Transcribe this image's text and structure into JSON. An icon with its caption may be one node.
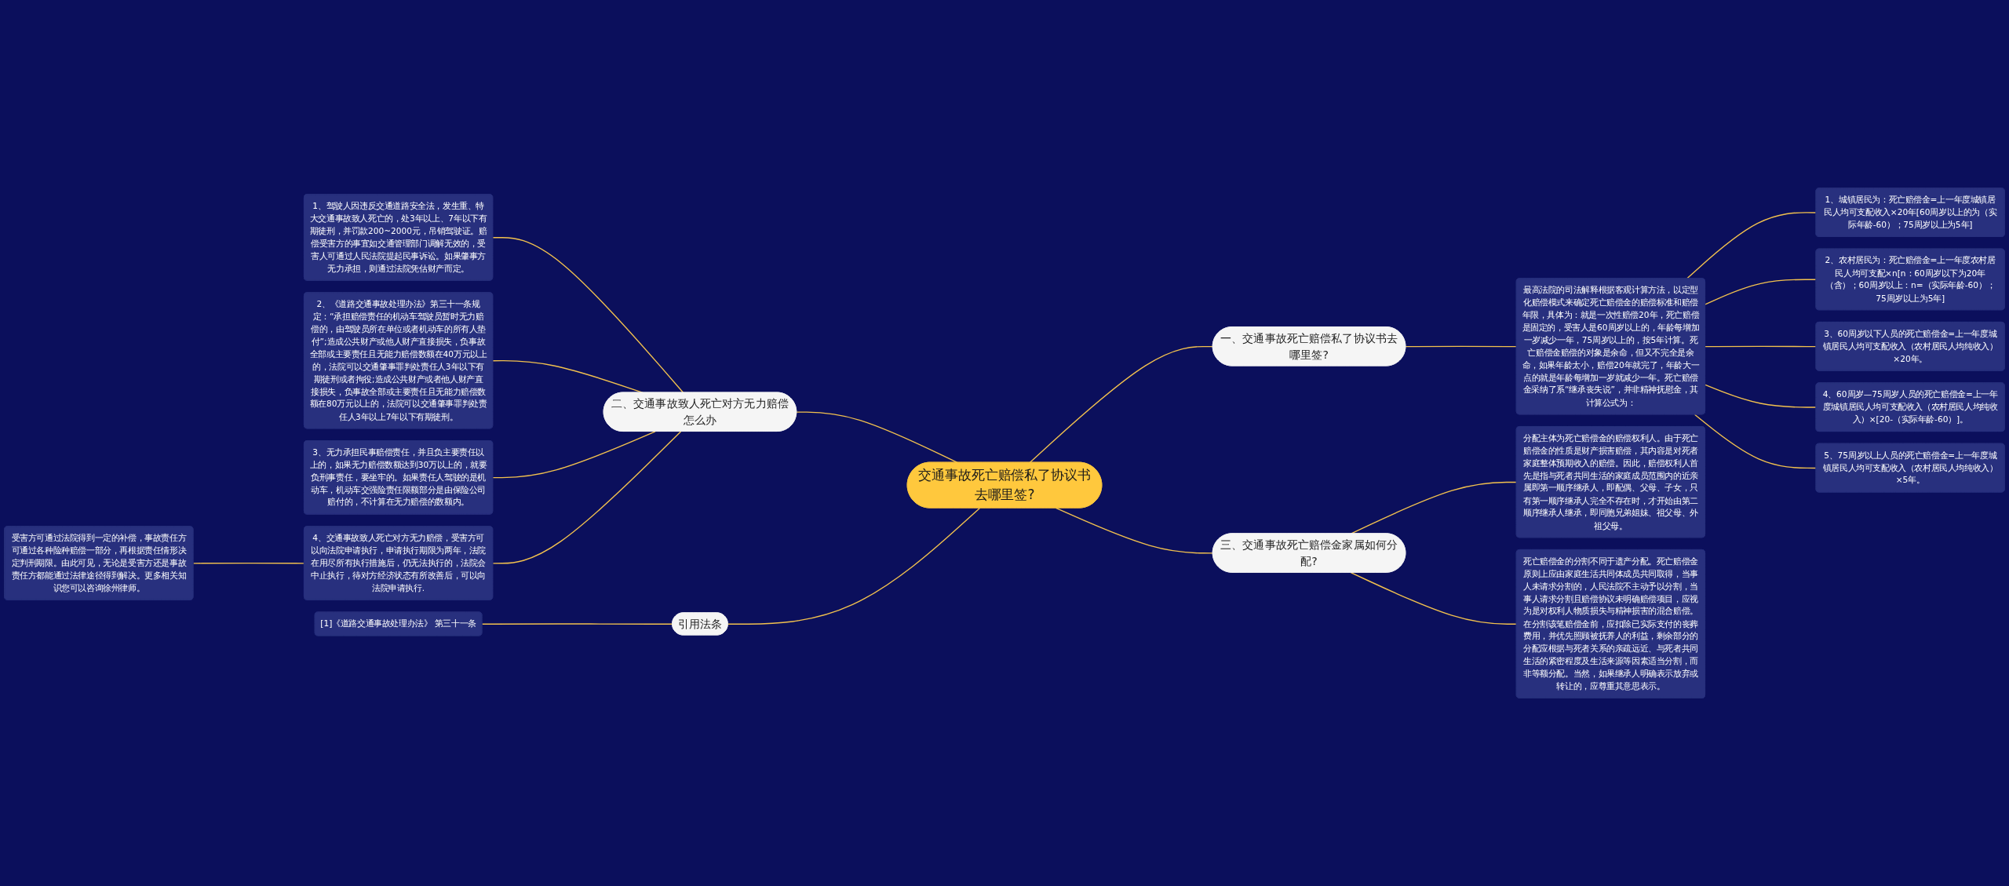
{
  "diagram": {
    "nodes": [
      {
        "text": [
          "交通事故死亡赔偿私了协议书去哪里签?"
        ]
      },
      {
        "text": [
          "一、交通事故死亡赔偿私了协议书去哪里签?"
        ]
      },
      {
        "text": [
          "最高法院的司法解释根据客观计算方法，以定型化赔偿模式来确定死亡赔偿金的赔偿标准和赔偿年限，具体为：就是一次性赔偿20年，死亡赔偿是固定的，受害人是60周岁以上的，年龄每增加一岁减少一年，75周岁以上的，按5年计算。死亡赔偿金赔偿的对象是余命，但又不完全是余命，如果年龄太小，赔偿20年就完了，年龄大一点的就是年龄每增加一岁就减少一年。死亡赔偿金采纳了系“继承丧失说”，并非精神抚慰金，其计算公式为："
        ]
      },
      {
        "text": [
          "1、城镇居民为：死亡赔偿金=上一年度城镇居民人均可支配收入×20年[60周岁以上的为（实际年龄-60）；75周岁以上为5年]"
        ]
      },
      {
        "text": [
          "2、农村居民为：死亡赔偿金=上一年度农村居民人均可支配×n[n：60周岁以下为20年（含）；60周岁以上：n=（实际年龄-60）；75周岁以上为5年]"
        ]
      },
      {
        "text": [
          "3、60周岁以下人员的死亡赔偿金=上一年度城镇居民人均可支配收入（农村居民人均纯收入）×20年。"
        ]
      },
      {
        "text": [
          "4、60周岁—75周岁人员的死亡赔偿金=上一年度城镇居民人均可支配收入（农村居民人均纯收入）×[20-（实际年龄-60）]。"
        ]
      },
      {
        "text": [
          "5、75周岁以上人员的死亡赔偿金=上一年度城镇居民人均可支配收入（农村居民人均纯收入）×5年。"
        ]
      },
      {
        "text": [
          "二、交通事故致人死亡对方无力赔偿怎么办"
        ]
      },
      {
        "text": [
          "1、驾驶人因违反交通道路安全法，发生重、特大交通事故致人死亡的，处3年以上、7年以下有期徒刑，并罚款200~2000元，吊销驾驶证。赔偿受害方的事宜如交通管理部门调解无效的，受害人可通过人民法院提起民事诉讼。如果肇事方无力承担，则通过法院凭估财产而定。"
        ]
      },
      {
        "text": [
          "2、《道路交通事故处理办法》第三十一条规定：“承担赔偿责任的机动车驾驶员暂时无力赔偿的，由驾驶员所在单位或者机动车的所有人垫付”;造成公共财产或他人财产直接损失，负事故全部或主要责任且无能力赔偿数额在40万元以上的，法院可以交通肇事罪判处责任人3年以下有期徒刑或者拘役;造成公共财产或者他人财产直接损失，负事故全部或主要责任且无能力赔偿数额在80万元以上的，法院可以交通肇事罪判处责任人3年以上7年以下有期徒刑。"
        ]
      },
      {
        "text": [
          "3、无力承担民事赔偿责任，并且负主要责任以上的，如果无力赔偿数额达到30万以上的，就要负刑事责任，要坐牢的。如果责任人驾驶的是机动车，机动车交强险责任限额部分是由保险公司赔付的，不计算在无力赔偿的数额内。"
        ]
      },
      {
        "text": [
          "4、交通事故致人死亡对方无力赔偿，受害方可以向法院申请执行，申请执行期限为两年，法院在用尽所有执行措施后，仍无法执行的，法院会中止执行，待对方经济状态有所改善后，可以向法院申请执行."
        ]
      },
      {
        "text": [
          "受害方可通过法院得到一定的补偿，事故责任方可通过各种险种赔偿一部分，再根据责任情形决定判刑期限。由此可见，无论是受害方还是事故责任方都能通过法律途径得到解决。更多相关知识您可以咨询徐州律师。"
        ]
      },
      {
        "text": [
          "三、交通事故死亡赔偿金家属如何分配?"
        ]
      },
      {
        "text": [
          "分配主体为死亡赔偿金的赔偿权利人。由于死亡赔偿金的性质是财产损害赔偿，其内容是对死者家庭整体预期收入的赔偿。因此，赔偿权利人首先是指与死者共同生活的家庭成员范围内的近亲属即第一顺序继承人，即配偶、父母、子女，只有第一顺序继承人完全不存在时，才开始由第二顺序继承人继承，即同胞兄弟姐妹、祖父母、外祖父母。"
        ]
      },
      {
        "text": [
          "死亡赔偿金的分割不同于遗产分配。死亡赔偿金原则上应由家庭生活共同体成员共同取得，当事人未请求分割的，人民法院不主动予以分割，当事人请求分割且赔偿协议未明确赔偿项目，应视为是对权利人物质损失与精神损害的混合赔偿。在分割该笔赔偿金前，应扣除已实际支付的丧葬费用，并优先照顾被抚养人的利益，剩余部分的分配应根据与死者关系的亲疏远近、与死者共同生活的紧密程度及生活来源等因素适当分割，而非等额分配。当然，如果继承人明确表示放弃或转让的，应尊重其意思表示。"
        ]
      },
      {
        "text": [
          "引用法条"
        ]
      },
      {
        "text": [
          "[1]《道路交通事故处理办法》 第三十一条"
        ]
      }
    ],
    "edges": [
      {
        "from": 0,
        "to": 1,
        "arrow": "none"
      },
      {
        "from": 1,
        "to": 2,
        "arrow": "none"
      },
      {
        "from": 2,
        "to": 3,
        "arrow": "none"
      },
      {
        "from": 2,
        "to": 4,
        "arrow": "none"
      },
      {
        "from": 2,
        "to": 5,
        "arrow": "none"
      },
      {
        "from": 2,
        "to": 6,
        "arrow": "none"
      },
      {
        "from": 2,
        "to": 7,
        "arrow": "none"
      },
      {
        "from": 8,
        "to": 0,
        "arrow": "none"
      },
      {
        "from": 9,
        "to": 8,
        "arrow": "none"
      },
      {
        "from": 10,
        "to": 8,
        "arrow": "none"
      },
      {
        "from": 11,
        "to": 8,
        "arrow": "none"
      },
      {
        "from": 12,
        "to": 8,
        "arrow": "none"
      },
      {
        "from": 13,
        "to": 12,
        "arrow": "none"
      },
      {
        "from": 0,
        "to": 14,
        "arrow": "none"
      },
      {
        "from": 14,
        "to": 15,
        "arrow": "none"
      },
      {
        "from": 14,
        "to": 16,
        "arrow": "none"
      },
      {
        "from": 17,
        "to": 0,
        "arrow": "none"
      },
      {
        "from": 18,
        "to": 17,
        "arrow": "none"
      }
    ]
  }
}
